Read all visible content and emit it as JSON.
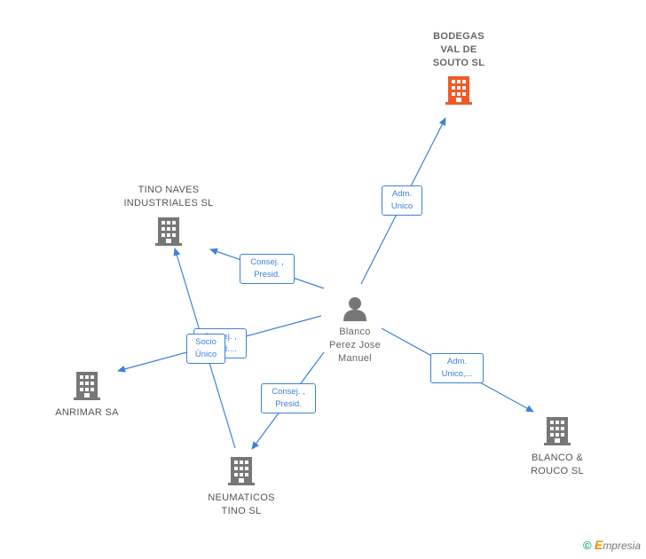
{
  "colors": {
    "edge": "#3b82d6",
    "building": "#777777",
    "focus_building": "#f05a28",
    "person": "#777777"
  },
  "person": {
    "label": "Blanco\nPerez Jose\nManuel",
    "icon": "person-icon"
  },
  "companies": [
    {
      "key": "bodegas",
      "label": "BODEGAS\nVAL DE\nSOUTO SL",
      "icon": "building-icon",
      "focus": true
    },
    {
      "key": "tino_naves",
      "label": "TINO NAVES\nINDUSTRIALES SL",
      "icon": "building-icon"
    },
    {
      "key": "anrimar",
      "label": "ANRIMAR SA",
      "icon": "building-icon"
    },
    {
      "key": "neumaticos",
      "label": "NEUMATICOS\nTINO SL",
      "icon": "building-icon"
    },
    {
      "key": "blanco_rouco",
      "label": "BLANCO &\nROUCO SL",
      "icon": "building-icon"
    }
  ],
  "relations": [
    {
      "from": "person",
      "to": "bodegas",
      "label": "Adm.\nUnico"
    },
    {
      "from": "person",
      "to": "tino_naves",
      "label": "Consej. ,\nPresid."
    },
    {
      "from": "person",
      "to": "anrimar",
      "label": "Consej. ,\nPresid...."
    },
    {
      "from": "person",
      "to": "neumaticos",
      "label": "Consej. ,\nPresid."
    },
    {
      "from": "person",
      "to": "blanco_rouco",
      "label": "Adm.\nUnico,..."
    },
    {
      "from": "neumaticos",
      "to": "tino_naves",
      "label": "Socio\nÚnico"
    }
  ],
  "brand": {
    "copyright": "©",
    "initial": "E",
    "name": "mpresia"
  }
}
